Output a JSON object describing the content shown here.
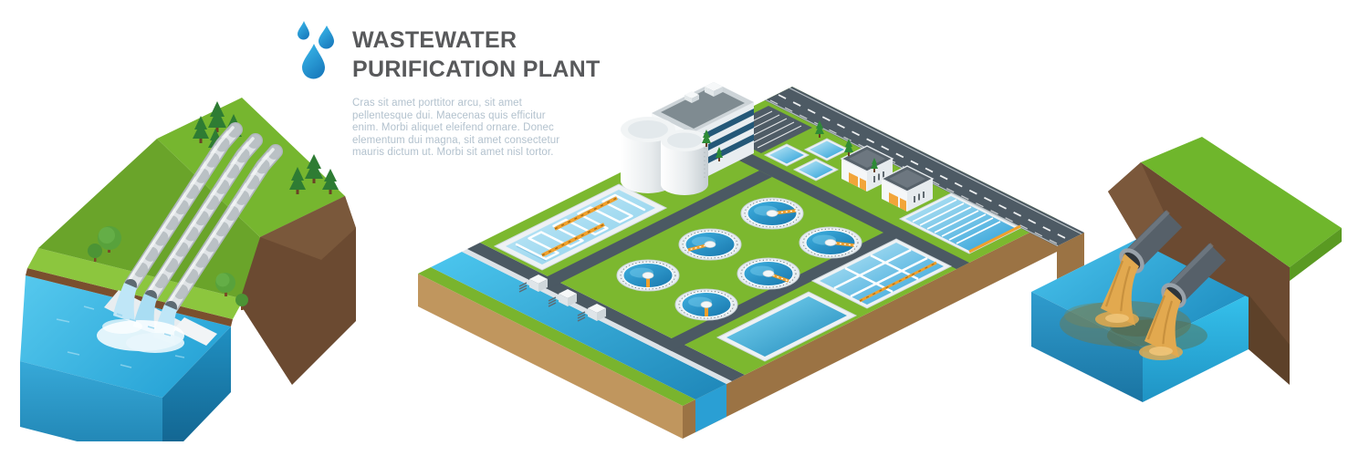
{
  "page": {
    "background_color": "#ffffff"
  },
  "header": {
    "icon": "water-drops-icon",
    "title_line1": "WASTEWATER",
    "title_line2": "PURIFICATION PLANT",
    "description": "Cras sit amet porttitor arcu, sit amet pellentesque dui. Maecenas quis efficitur enim. Morbi aliquet eleifend ornare. Donec elementum dui magna, sit amet consectetur mauris dictum ut. Morbi sit amet nisl tortor."
  },
  "palette": {
    "title_text": "#58595b",
    "body_text": "#b3c2ce",
    "drop_blue_light": "#2bb0e8",
    "drop_blue_dark": "#1a7dbf",
    "grass_green": "#7cb82f",
    "grass_slope": "#6aa42a",
    "pine_green": "#2e7c33",
    "soil_tan": "#c0965e",
    "soil_brown": "#6b4a31",
    "water_cyan": "#29abe2",
    "water_deep": "#1e86b8",
    "road_asphalt": "#4d5a64",
    "concrete_white": "#eef2f4",
    "facade_stripe_blue": "#2a6187",
    "walkway_orange": "#f0a02c",
    "dirty_discharge": "#e2a94f",
    "discharge_pipe_gray": "#566069",
    "clean_pipe_gray": "#dfe3e6"
  }
}
